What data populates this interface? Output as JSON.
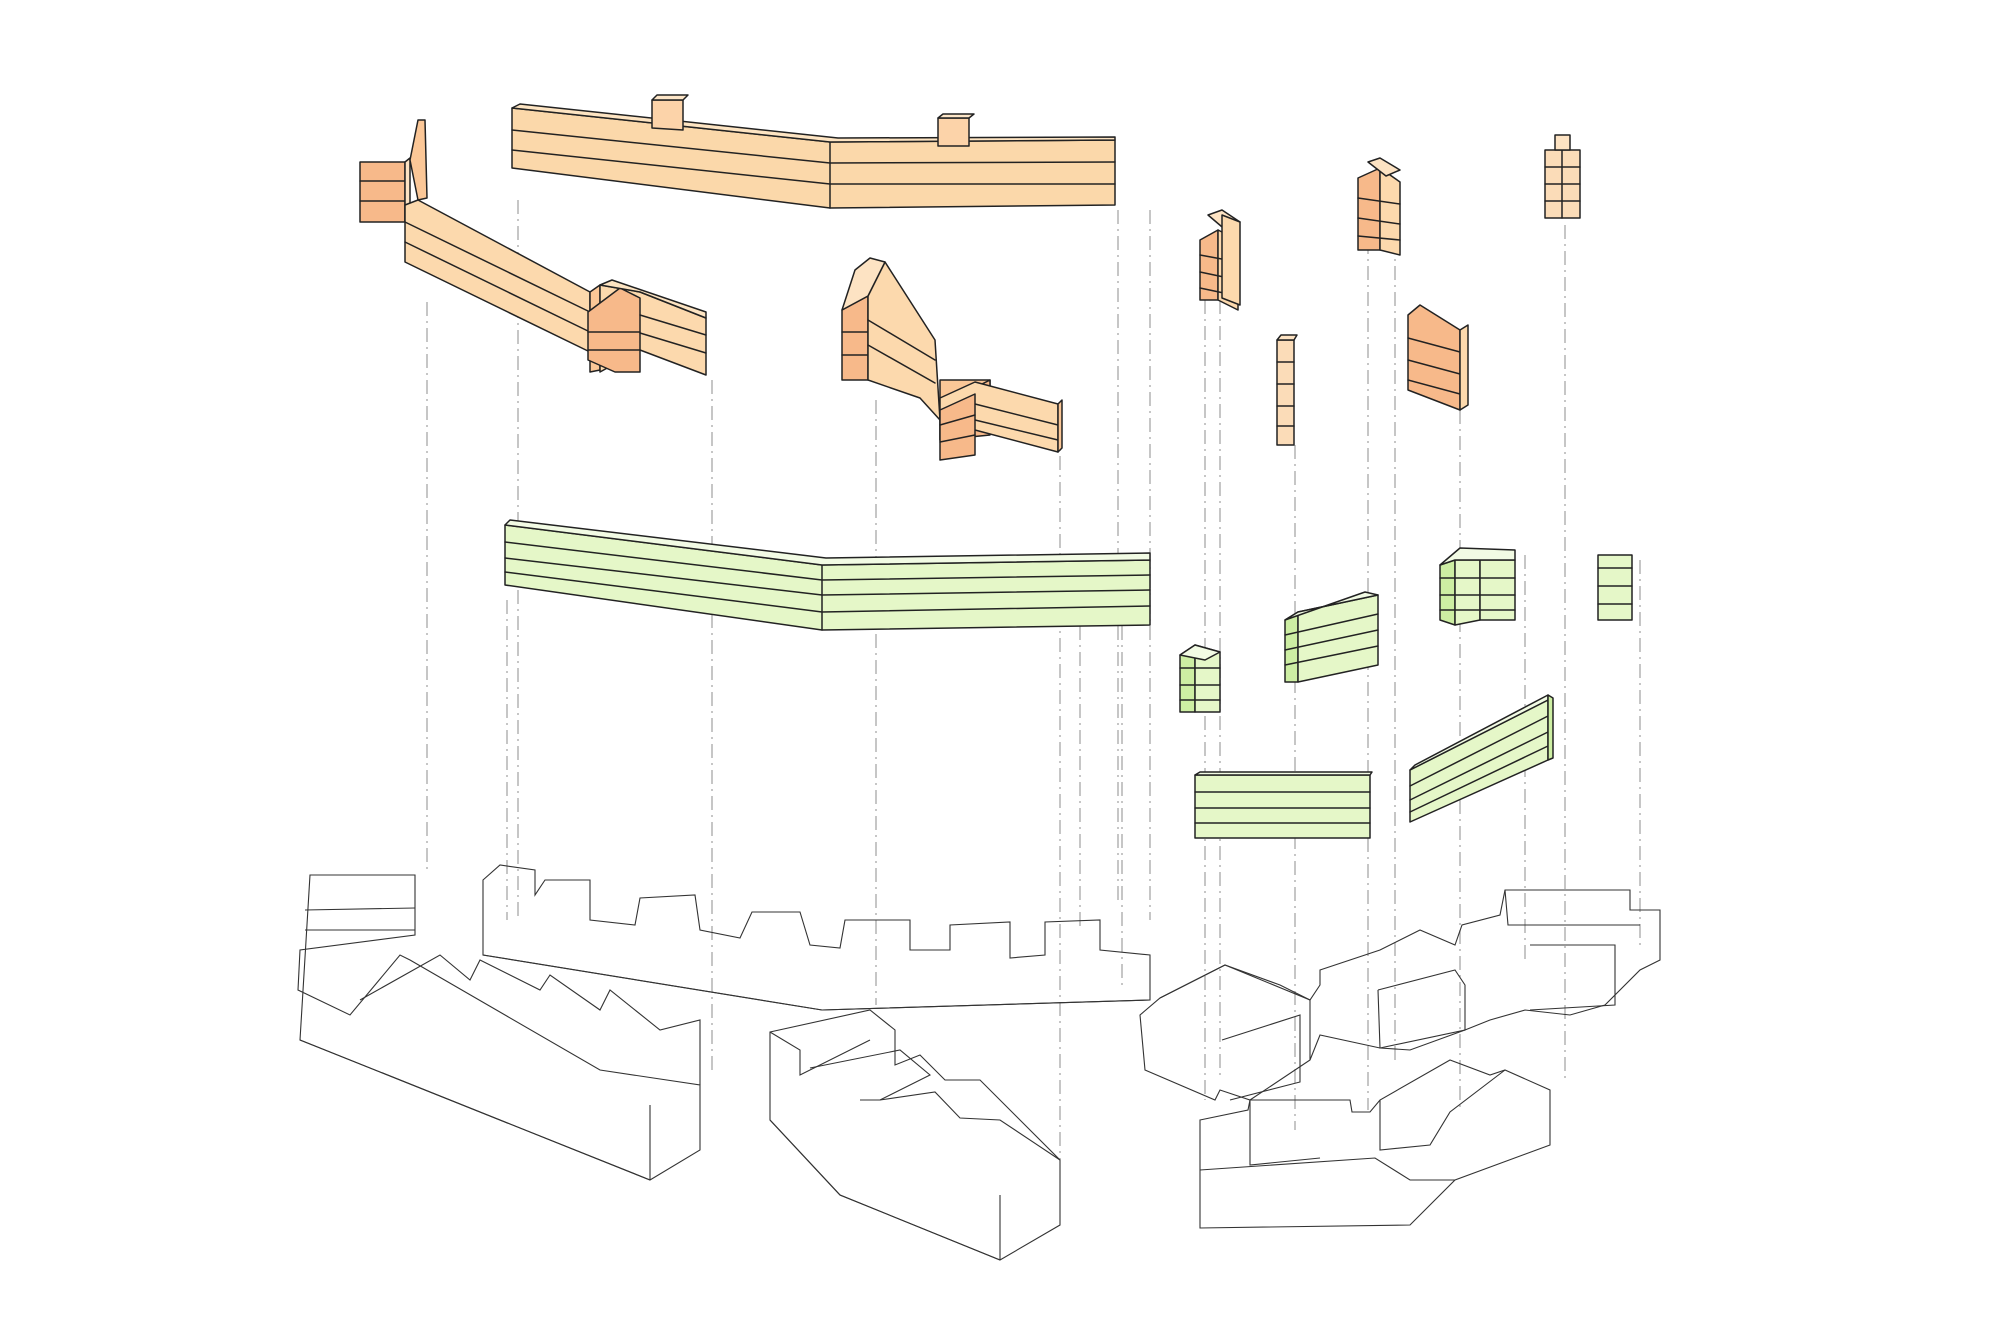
{
  "colors": {
    "background": "#ffffff",
    "outline": "#222222",
    "guide_line": "#a8a8a8",
    "upper_layer_fill": "#fbd7a8",
    "upper_layer_fill_dark": "#f7b98a",
    "middle_layer_fill": "#e5f7c8",
    "middle_layer_fill_dark": "#cdeea3",
    "base_massing_fill": "#ffffff"
  },
  "layers": [
    {
      "name": "upper-layer",
      "color_key": "upper_layer_fill",
      "block_count": 7
    },
    {
      "name": "middle-layer",
      "color_key": "middle_layer_fill",
      "block_count": 7
    },
    {
      "name": "base-massing",
      "color_key": "base_massing_fill",
      "block_count": 4
    }
  ]
}
